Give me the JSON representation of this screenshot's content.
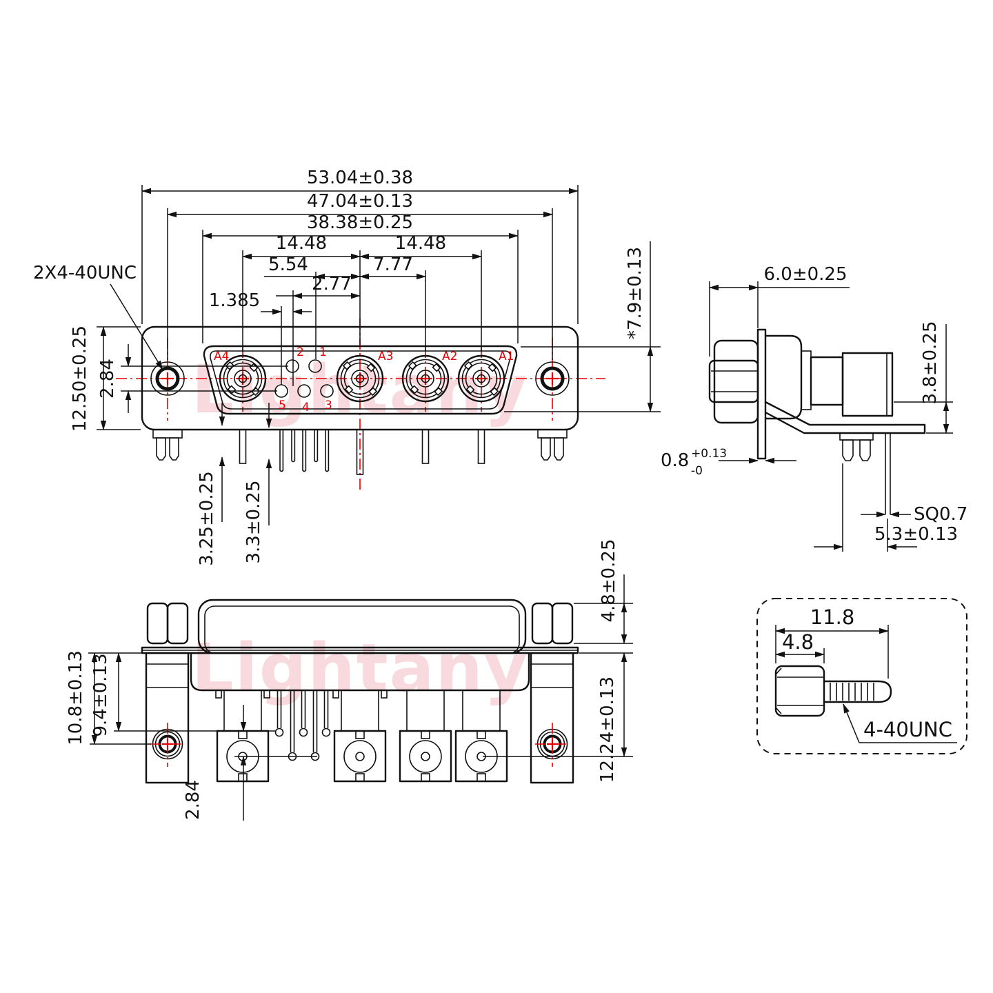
{
  "watermark": "Lightany",
  "colors": {
    "line": "#111111",
    "accent_red": "#e60000",
    "watermark_pink": "#f6cdd2"
  },
  "front_view": {
    "thread_note": "2X4-40UNC",
    "dims": {
      "total_width": "53.04±0.38",
      "hole_span": "47.04±0.13",
      "face_width": "38.38±0.25",
      "coax_span_left": "14.48",
      "coax_span_right": "14.48",
      "pin_to_center": "5.54",
      "a3_to_a2": "7.77",
      "pin_pitch": "2.77",
      "stagger": "1.385",
      "face_height": "*7.9±0.13",
      "body_height": "12.50±0.25",
      "row_gap": "2.84",
      "tail_len_a": "3.25±0.25",
      "tail_len_b": "3.3±0.25"
    },
    "labels": {
      "a4": "A4",
      "a3": "A3",
      "a2": "A2",
      "a1": "A1",
      "p1": "1",
      "p2": "2",
      "p3": "3",
      "p4": "4",
      "p5": "5"
    }
  },
  "side_view": {
    "dims": {
      "depth": "6.0±0.25",
      "standoff": "3.8±0.25",
      "flange_thickness": "0.8",
      "flange_tol_sup": "+0.13",
      "flange_tol_sub": "-0",
      "pin_square": "SQ0.7",
      "pin_offset": "5.3±0.13"
    }
  },
  "bottom_view": {
    "dims": {
      "hole_offset": "10.8±0.13",
      "row_offset": "9.4±0.13",
      "row_gap": "2.84",
      "nut_length": "4.8±0.25",
      "coax_depth": "12.24±0.13"
    }
  },
  "screw_detail": {
    "dims": {
      "total_length": "11.8",
      "head_length": "4.8"
    },
    "thread_note": "4-40UNC"
  }
}
